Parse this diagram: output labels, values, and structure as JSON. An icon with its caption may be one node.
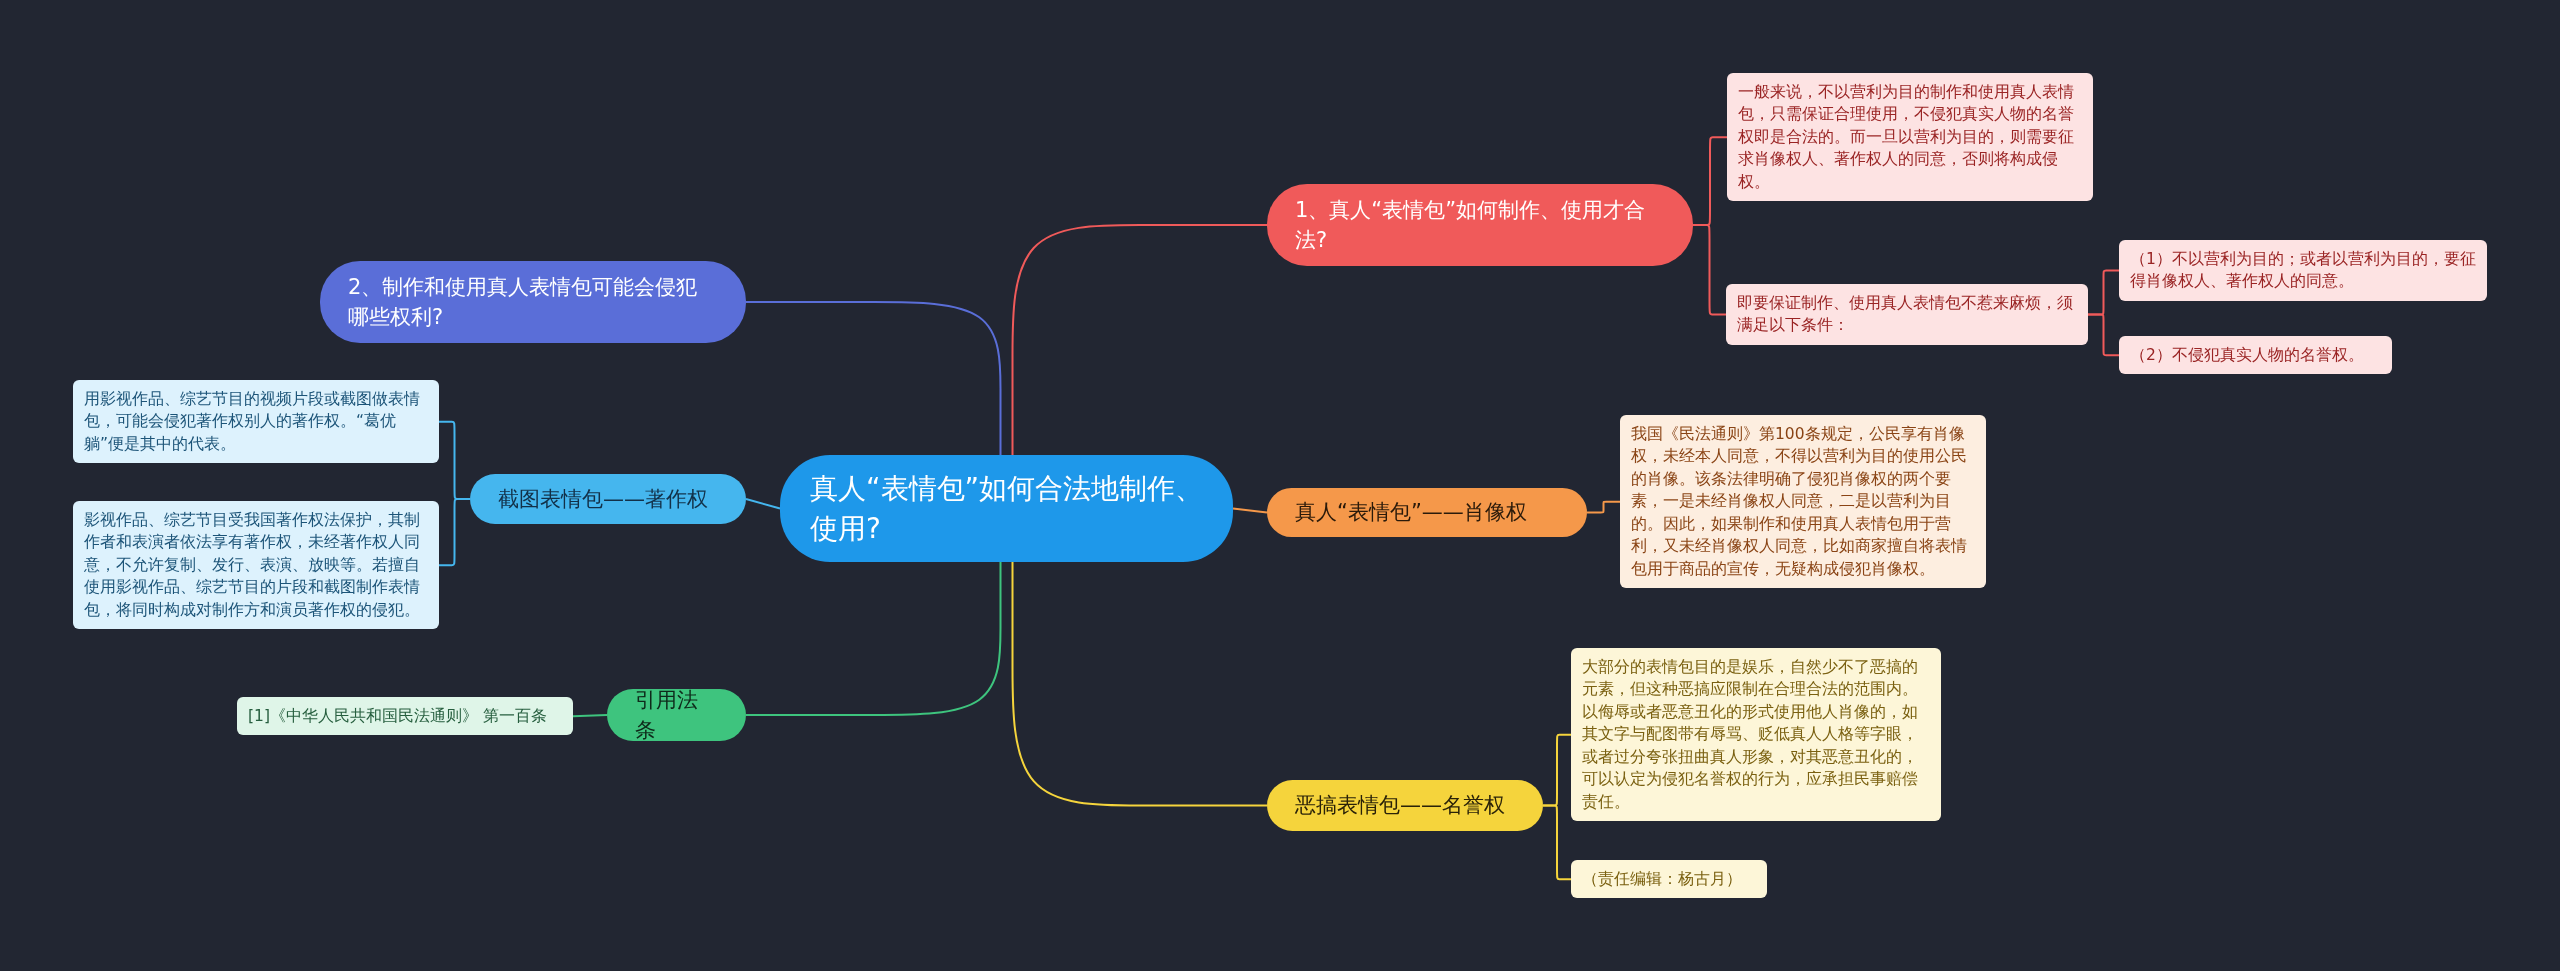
{
  "diagram": {
    "nodes": [
      {
        "text": [
          "真人“表情包”如何合法地制作、使用?"
        ]
      },
      {
        "text": [
          "1、真人“表情包”如何制作、使用才合法?"
        ]
      },
      {
        "text": [
          "一般来说，不以营利为目的制作和使用真人表情包，只需保证合理使用，不侵犯真实人物的名誉权即是合法的。而一旦以营利为目的，则需要征求肖像权人、著作权人的同意，否则将构成侵权。"
        ]
      },
      {
        "text": [
          "即要保证制作、使用真人表情包不惹来麻烦，须满足以下条件："
        ]
      },
      {
        "text": [
          "（1）不以营利为目的；或者以营利为目的，要征得肖像权人、著作权人的同意。"
        ]
      },
      {
        "text": [
          "（2）不侵犯真实人物的名誉权。"
        ]
      },
      {
        "text": [
          "真人“表情包”——肖像权"
        ]
      },
      {
        "text": [
          "我国《民法通则》第100条规定，公民享有肖像权，未经本人同意，不得以营利为目的使用公民的肖像。该条法律明确了侵犯肖像权的两个要素，一是未经肖像权人同意，二是以营利为目的。因此，如果制作和使用真人表情包用于营利，又未经肖像权人同意，比如商家擅自将表情包用于商品的宣传，无疑构成侵犯肖像权。"
        ]
      },
      {
        "text": [
          "恶搞表情包——名誉权"
        ]
      },
      {
        "text": [
          "大部分的表情包目的是娱乐，自然少不了恶搞的元素，但这种恶搞应限制在合理合法的范围内。以侮辱或者恶意丑化的形式使用他人肖像的，如其文字与配图带有辱骂、贬低真人人格等字眼，或者过分夸张扭曲真人形象，对其恶意丑化的，可以认定为侵犯名誉权的行为，应承担民事赔偿责任。"
        ]
      },
      {
        "text": [
          "（责任编辑：杨古月）"
        ]
      },
      {
        "text": [
          "2、制作和使用真人表情包可能会侵犯哪些权利?"
        ]
      },
      {
        "text": [
          "截图表情包——著作权"
        ]
      },
      {
        "text": [
          "用影视作品、综艺节目的视频片段或截图做表情包，可能会侵犯著作权别人的著作权。“葛优躺”便是其中的代表。"
        ]
      },
      {
        "text": [
          "影视作品、综艺节目受我国著作权法保护，其制作者和表演者依法享有著作权，未经著作权人同意，不允许复制、发行、表演、放映等。若擅自使用影视作品、综艺节目的片段和截图制作表情包，将同时构成对制作方和演员著作权的侵犯。"
        ]
      },
      {
        "text": [
          "引用法条"
        ]
      },
      {
        "text": [
          "[1]《中华人民共和国民法通则》 第一百条"
        ]
      }
    ],
    "edges": [
      {
        "from": 0,
        "to": 1,
        "arrow": "none",
        "color": "#f05a5a"
      },
      {
        "from": 1,
        "to": 2,
        "arrow": "none",
        "color": "#f05a5a"
      },
      {
        "from": 1,
        "to": 3,
        "arrow": "none",
        "color": "#f05a5a"
      },
      {
        "from": 3,
        "to": 4,
        "arrow": "none",
        "color": "#f05a5a"
      },
      {
        "from": 3,
        "to": 5,
        "arrow": "none",
        "color": "#f05a5a"
      },
      {
        "from": 0,
        "to": 6,
        "arrow": "none",
        "color": "#f5984a"
      },
      {
        "from": 6,
        "to": 7,
        "arrow": "none",
        "color": "#f5984a"
      },
      {
        "from": 0,
        "to": 8,
        "arrow": "none",
        "color": "#f5d43c"
      },
      {
        "from": 8,
        "to": 9,
        "arrow": "none",
        "color": "#f5d43c"
      },
      {
        "from": 8,
        "to": 10,
        "arrow": "none",
        "color": "#f5d43c"
      },
      {
        "from": 0,
        "to": 11,
        "arrow": "none",
        "color": "#5a6ed8"
      },
      {
        "from": 0,
        "to": 12,
        "arrow": "none",
        "color": "#45b6ee"
      },
      {
        "from": 12,
        "to": 13,
        "arrow": "none",
        "color": "#45b6ee"
      },
      {
        "from": 12,
        "to": 14,
        "arrow": "none",
        "color": "#45b6ee"
      },
      {
        "from": 0,
        "to": 15,
        "arrow": "none",
        "color": "#3ec47e"
      },
      {
        "from": 15,
        "to": 16,
        "arrow": "none",
        "color": "#3ec47e"
      }
    ]
  }
}
